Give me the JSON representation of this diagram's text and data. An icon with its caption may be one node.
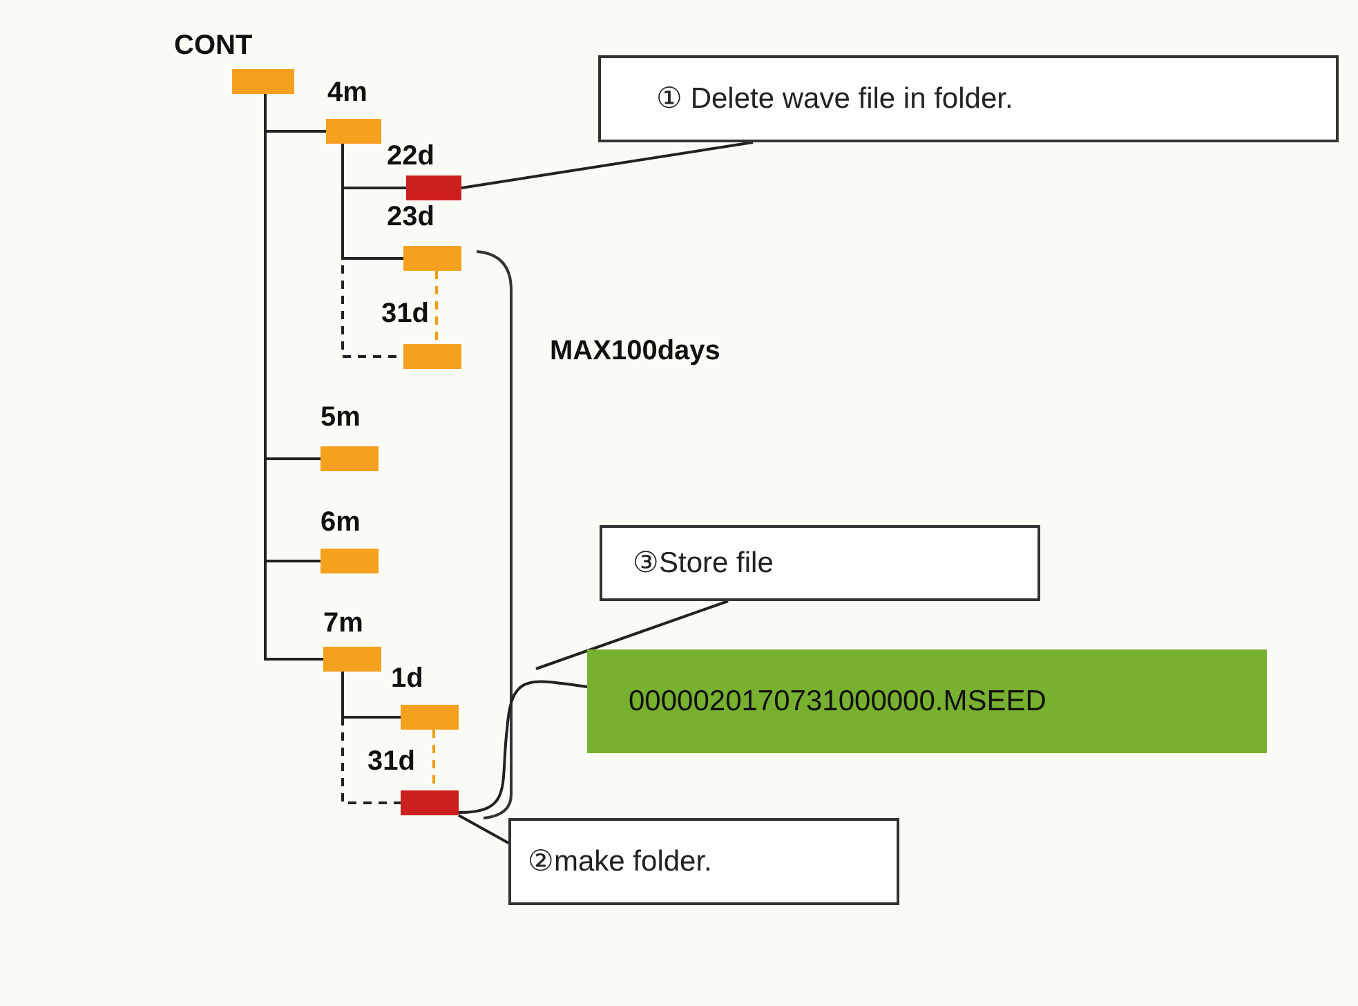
{
  "diagram": {
    "nodes": [
      {
        "text": [
          "CONT"
        ]
      },
      {
        "text": [
          "4m"
        ]
      },
      {
        "text": [
          "22d"
        ]
      },
      {
        "text": [
          "23d"
        ]
      },
      {
        "text": [
          "31d"
        ]
      },
      {
        "text": [
          "5m"
        ]
      },
      {
        "text": [
          "6m"
        ]
      },
      {
        "text": [
          "7m"
        ]
      },
      {
        "text": [
          "1d"
        ]
      },
      {
        "text": [
          "31d"
        ]
      },
      {
        "text": [
          "① Delete wave file in folder."
        ]
      },
      {
        "text": [
          "③Store file"
        ]
      },
      {
        "text": [
          "0000020170731000000.MSEED"
        ]
      },
      {
        "text": [
          "②make folder."
        ]
      }
    ],
    "edges": [
      {
        "from": 0,
        "to": 1,
        "arrow": "none"
      },
      {
        "from": 1,
        "to": 2,
        "arrow": "none"
      },
      {
        "from": 1,
        "to": 3,
        "arrow": "none"
      },
      {
        "from": 3,
        "to": 4,
        "arrow": "none",
        "style": "dashed",
        "color": "#f39c12"
      },
      {
        "from": 1,
        "to": 4,
        "arrow": "none",
        "style": "dashed"
      },
      {
        "from": 0,
        "to": 5,
        "arrow": "none"
      },
      {
        "from": 0,
        "to": 6,
        "arrow": "none"
      },
      {
        "from": 0,
        "to": 7,
        "arrow": "none"
      },
      {
        "from": 7,
        "to": 8,
        "arrow": "none"
      },
      {
        "from": 8,
        "to": 9,
        "arrow": "none",
        "style": "dashed",
        "color": "#f39c12"
      },
      {
        "from": 7,
        "to": 9,
        "arrow": "none",
        "style": "dashed"
      },
      {
        "from": 9,
        "to": 12,
        "arrow": "none"
      },
      {
        "from": 10,
        "to": 2,
        "arrow": "none"
      },
      {
        "from": 11,
        "to": null,
        "arrow": "none"
      },
      {
        "from": 13,
        "to": 9,
        "arrow": "none"
      }
    ],
    "labels": [
      "MAX100days"
    ]
  }
}
